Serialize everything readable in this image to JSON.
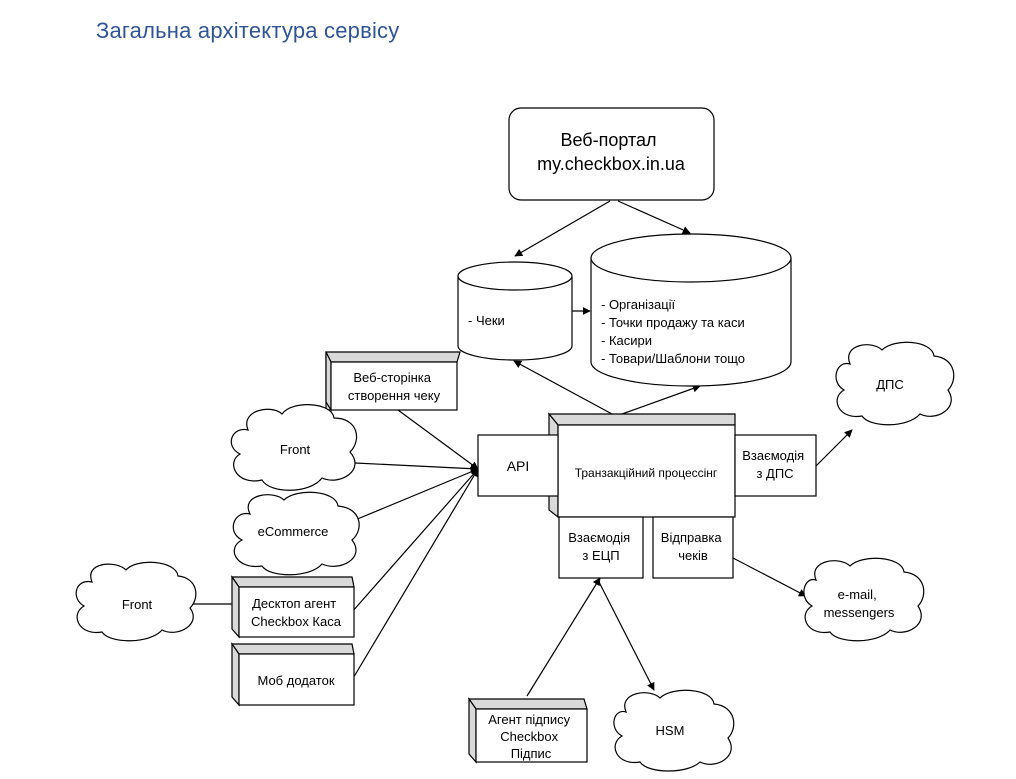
{
  "title": "Загальна архітектура сервісу",
  "nodes": {
    "web_portal": [
      "Веб-портал",
      "my.checkbox.in.ua"
    ],
    "receipts_db": [
      "- Чеки"
    ],
    "main_db": [
      "- Організації",
      "- Точки продажу та каси",
      "- Касири",
      "- Товари/Шаблони тощо"
    ],
    "receipt_page": [
      "Веб-сторінка",
      "створення чеку"
    ],
    "front_1": [
      "Front"
    ],
    "ecommerce": [
      "eCommerce"
    ],
    "front_2": [
      "Front"
    ],
    "desktop_agent": [
      "Десктоп агент",
      "Checkbox Каса"
    ],
    "mobile_app": [
      "Моб додаток"
    ],
    "api": [
      "API"
    ],
    "processing": [
      "Транзакційний процессінг"
    ],
    "tax_interaction": [
      "Взаємодія",
      "з ДПС"
    ],
    "tax": [
      "ДПС"
    ],
    "ecp_interaction": [
      "Взаємодія",
      "з ЕЦП"
    ],
    "receipt_sending": [
      "Відправка",
      "чеків"
    ],
    "email": [
      "e-mail,",
      "messengers"
    ],
    "signing_agent": [
      "Агент підпису",
      "Checkbox",
      "Підпис"
    ],
    "hsm": [
      "HSM"
    ]
  }
}
